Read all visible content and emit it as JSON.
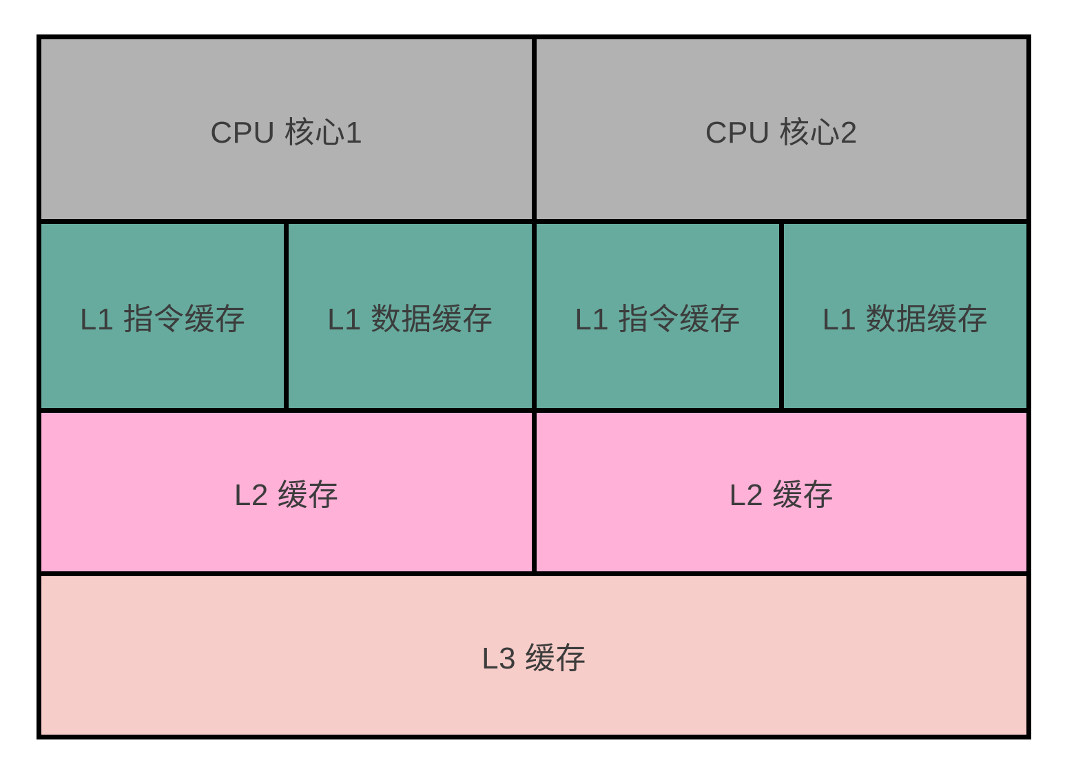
{
  "diagram": {
    "title_hint": "cpu-cache-hierarchy",
    "cores": [
      {
        "label": "CPU 核心1",
        "l1_instruction": "L1 指令缓存",
        "l1_data": "L1 数据缓存",
        "l2": "L2 缓存"
      },
      {
        "label": "CPU 核心2",
        "l1_instruction": "L1 指令缓存",
        "l1_data": "L1 数据缓存",
        "l2": "L2 缓存"
      }
    ],
    "l3": {
      "label": "L3 缓存"
    }
  },
  "colors": {
    "core_gray": "#b2b2b2",
    "l1_teal": "#67ab9e",
    "l2_pink": "#ffb1d8",
    "l3_salmon": "#f7cdc9",
    "line_black": "#000000",
    "text_dark": "#3c3c3c",
    "page_background": "#ffffff"
  }
}
